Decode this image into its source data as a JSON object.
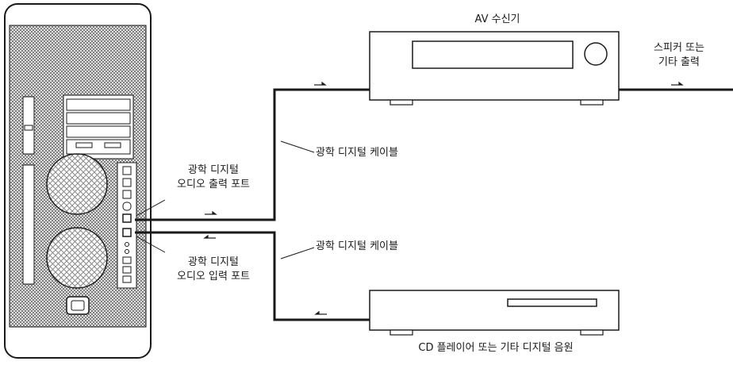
{
  "labels": {
    "av_receiver": "AV 수신기",
    "speakers_line1": "스피커 또는",
    "speakers_line2": "기타 출력",
    "cable_top": "광학 디지털 케이블",
    "cable_bottom": "광학 디지털 케이블",
    "out_port_line1": "광학 디지털",
    "out_port_line2": "오디오 출력 포트",
    "in_port_line1": "광학 디지털",
    "in_port_line2": "오디오 입력 포트",
    "cd_player": "CD 플레이어 또는 기타 디지털 음원"
  },
  "colors": {
    "line": "#1a1a1a",
    "mesh_bg": "#9a9a9a",
    "panel": "#ffffff"
  }
}
